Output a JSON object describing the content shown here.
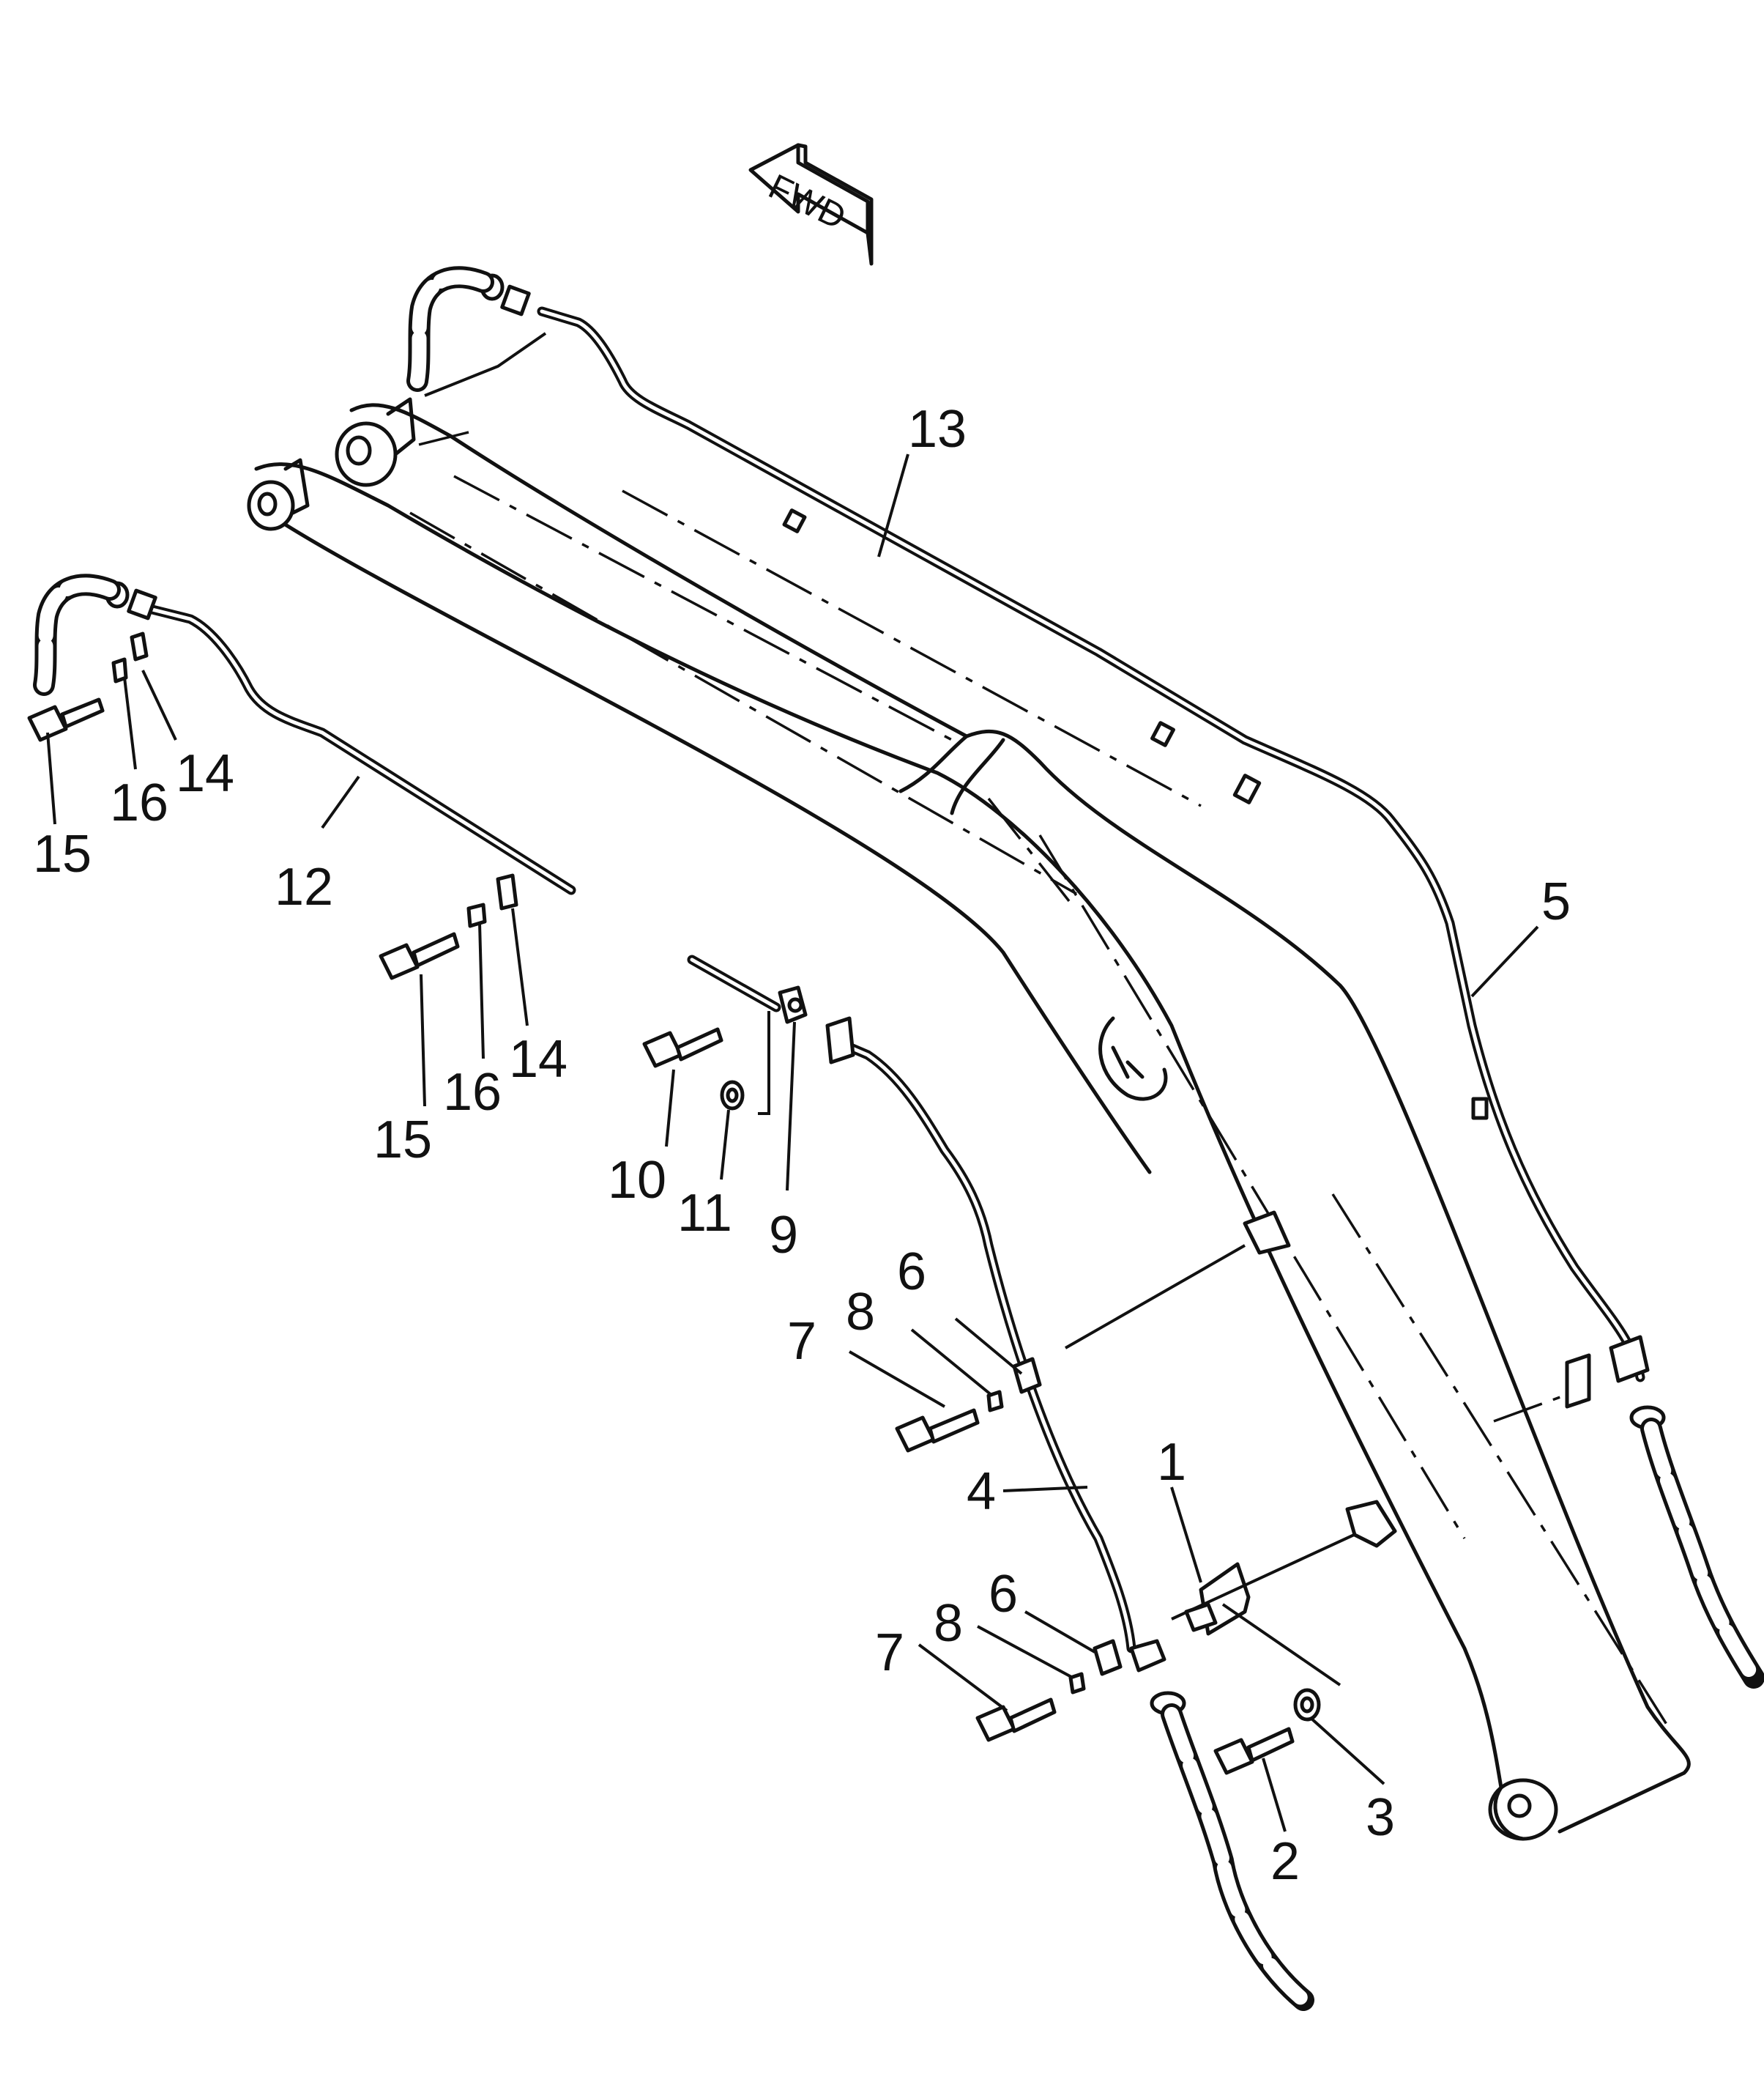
{
  "diagram": {
    "direction_arrow": {
      "text": "FWD",
      "icon": "direction-arrow-icon"
    },
    "callouts": [
      {
        "id": "c13",
        "text": "13"
      },
      {
        "id": "c5",
        "text": "5"
      },
      {
        "id": "c12",
        "text": "12"
      },
      {
        "id": "c14a",
        "text": "14"
      },
      {
        "id": "c16a",
        "text": "16"
      },
      {
        "id": "c15a",
        "text": "15"
      },
      {
        "id": "c14b",
        "text": "14"
      },
      {
        "id": "c16b",
        "text": "16"
      },
      {
        "id": "c15b",
        "text": "15"
      },
      {
        "id": "c10",
        "text": "10"
      },
      {
        "id": "c11",
        "text": "11"
      },
      {
        "id": "c9",
        "text": "9"
      },
      {
        "id": "c6a",
        "text": "6"
      },
      {
        "id": "c8a",
        "text": "8"
      },
      {
        "id": "c7a",
        "text": "7"
      },
      {
        "id": "c4",
        "text": "4"
      },
      {
        "id": "c1",
        "text": "1"
      },
      {
        "id": "c6b",
        "text": "6"
      },
      {
        "id": "c8b",
        "text": "8"
      },
      {
        "id": "c7b",
        "text": "7"
      },
      {
        "id": "c3",
        "text": "3"
      },
      {
        "id": "c2",
        "text": "2"
      }
    ]
  }
}
